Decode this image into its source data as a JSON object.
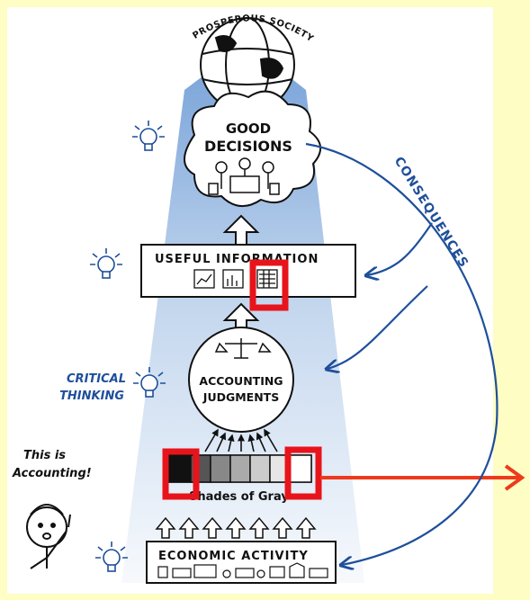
{
  "diagram": {
    "top_label": "PROSPEROUS SOCIETY",
    "decisions_label": [
      "GOOD",
      "DECISIONS"
    ],
    "info_label": "USEFUL INFORMATION",
    "judgments_label": [
      "ACCOUNTING",
      "JUDGMENTS"
    ],
    "critical_label": [
      "CRITICAL",
      "THINKING"
    ],
    "shades_label": "Shades of Gray",
    "activity_label": "ECONOMIC ACTIVITY",
    "consequences_label": "CONSEQUENCES",
    "speech_label": [
      "This is",
      "Accounting!"
    ]
  },
  "colors": {
    "background": "#fdfdc4",
    "panel": "#ffffff",
    "beam": "#5b8fd0",
    "consequence_arrow": "#1e4f9a",
    "highlight": "#e8141b",
    "pointer_arrow": "#ee3a1b"
  }
}
